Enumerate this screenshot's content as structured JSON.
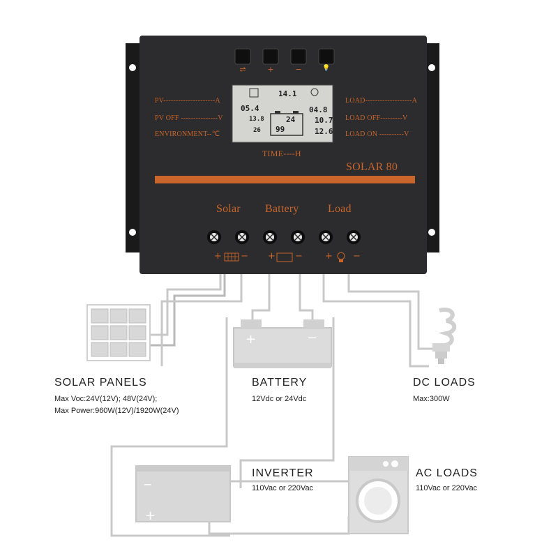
{
  "controller": {
    "model": "SOLAR 80",
    "left_labels": [
      "PV---------------------A",
      "PV OFF ---------------V",
      "ENVIRONMENT--℃"
    ],
    "right_labels": [
      "LOAD-------------------A",
      "LOAD OFF---------V",
      "LOAD ON ----------V"
    ],
    "time_label": "TIME----H",
    "buttons": [
      {
        "name": "mode-button",
        "glyph": "⇌"
      },
      {
        "name": "plus-button",
        "glyph": "+"
      },
      {
        "name": "minus-button",
        "glyph": "−"
      },
      {
        "name": "light-button",
        "glyph": "💡"
      }
    ],
    "terminal_groups": [
      "Solar",
      "Battery",
      "Load"
    ],
    "lcd": {
      "top_value": "14.1",
      "pv_current": "05.4",
      "pv_off": "13.8",
      "temperature": "26",
      "battery_voltage": "24",
      "battery_percent": "99",
      "load_current": "04.8",
      "load_off": "10.7",
      "load_on": "12.6"
    }
  },
  "components": {
    "solar": {
      "title": "SOLAR PANELS",
      "lines": [
        "Max Voc:24V(12V); 48V(24V);",
        "Max Power:960W(12V)/1920W(24V)"
      ]
    },
    "battery": {
      "title": "BATTERY",
      "lines": [
        "12Vdc or 24Vdc"
      ]
    },
    "dc_loads": {
      "title": "DC LOADS",
      "lines": [
        "Max:300W"
      ]
    },
    "inverter": {
      "title": "INVERTER",
      "lines": [
        "110Vac or 220Vac"
      ]
    },
    "ac_loads": {
      "title": "AC LOADS",
      "lines": [
        "110Vac or 220Vac"
      ]
    }
  },
  "colors": {
    "panel": "#2c2c2e",
    "accent": "#c9652a",
    "wire": "#c8c8c8",
    "lcd_bg": "#d4d4d0",
    "device_gray": "#d9d9d9"
  }
}
